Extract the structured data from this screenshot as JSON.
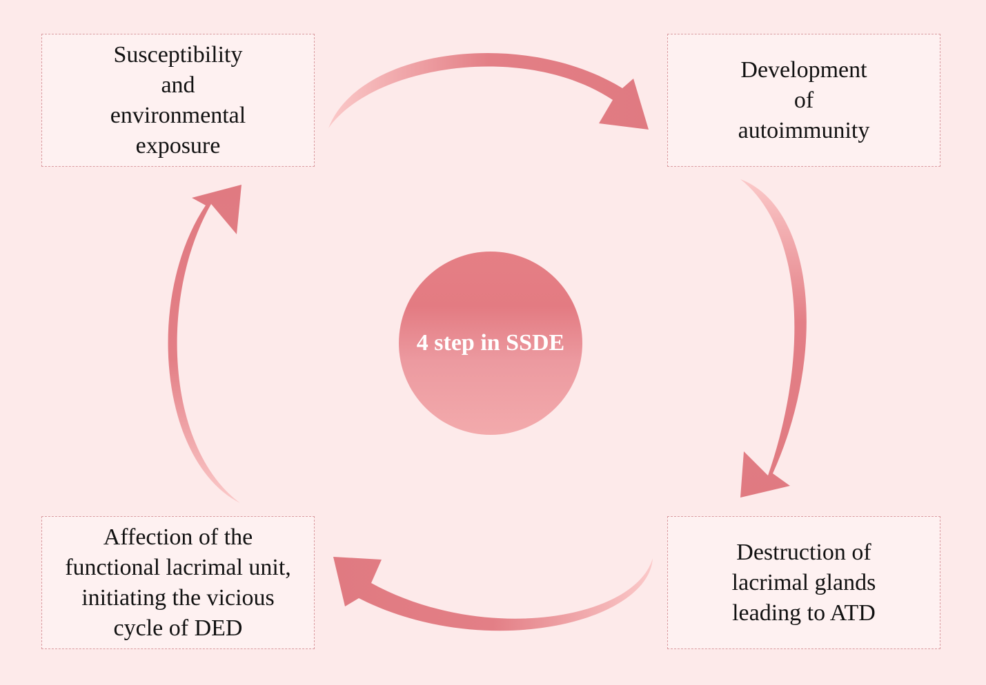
{
  "center": {
    "label": "4 step in SSDE"
  },
  "steps": [
    {
      "text": "Susceptibility\nand\nenvironmental\nexposure"
    },
    {
      "text": "Development\nof\nautoimmunity"
    },
    {
      "text": "Destruction of\nlacrimal glands\nleading to ATD"
    },
    {
      "text": "Affection of the\nfunctional lacrimal unit,\ninitiating the vicious\ncycle of DED"
    }
  ],
  "colors": {
    "background": "#fdeaea",
    "arrow_dark": "#e07a81",
    "arrow_light": "#fbc9c9",
    "box_border": "#d99a9f"
  }
}
